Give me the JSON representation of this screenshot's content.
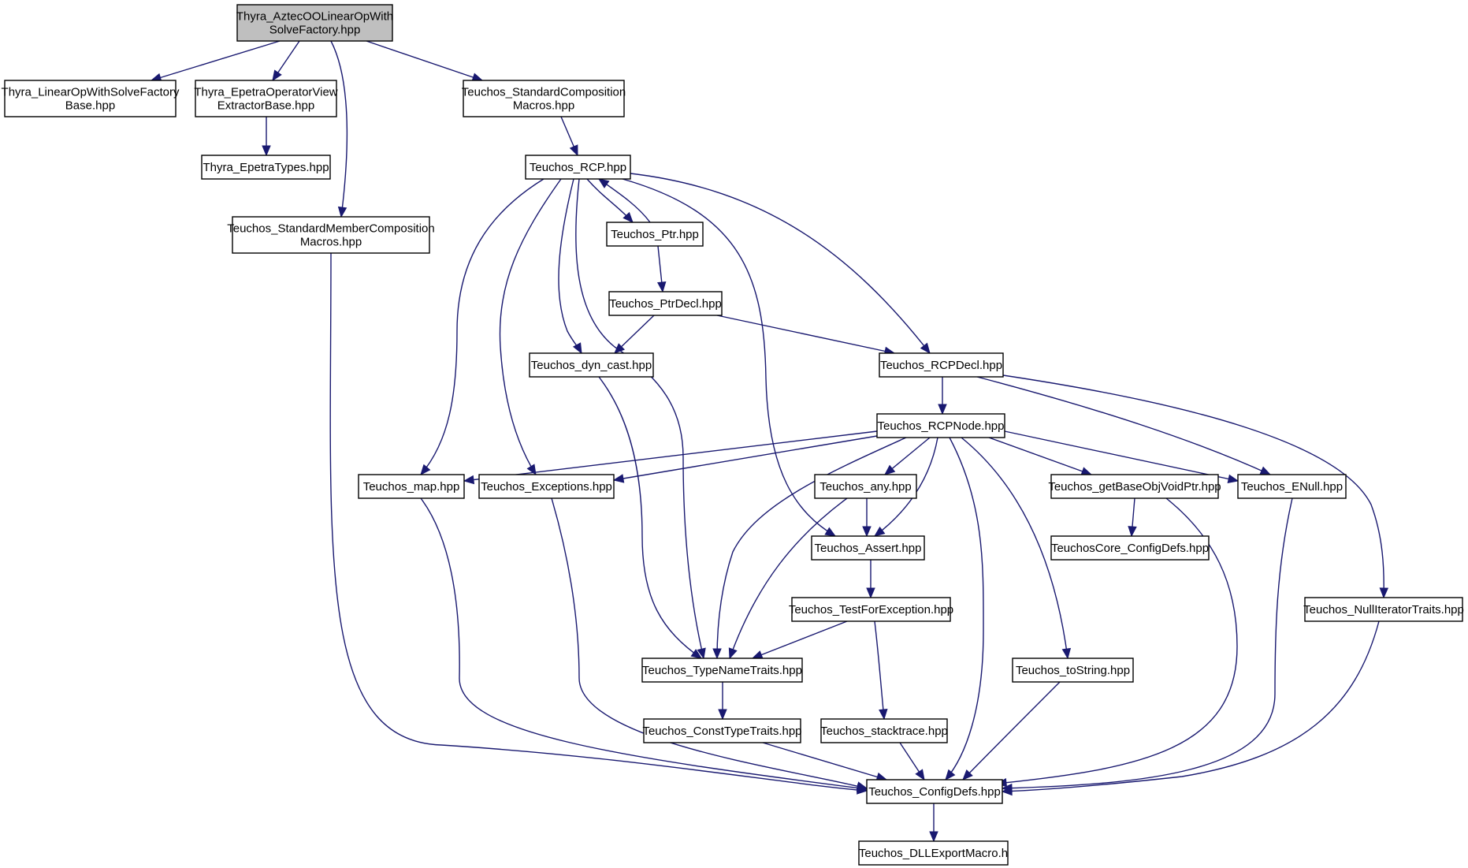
{
  "diagram": {
    "colors": {
      "edge": "#191970",
      "root_fill": "#bfbfbf",
      "node_fill": "#ffffff",
      "node_border": "#000000",
      "external_border": "#bfbfbf"
    },
    "nodes": [
      {
        "id": "root",
        "lines": [
          "Thyra_AztecOOLinearOpWith",
          "SolveFactory.hpp"
        ],
        "style": "root"
      },
      {
        "id": "lowsfb",
        "lines": [
          "Thyra_LinearOpWithSolveFactory",
          "Base.hpp"
        ],
        "style": "external"
      },
      {
        "id": "eovx",
        "lines": [
          "Thyra_EpetraOperatorView",
          "ExtractorBase.hpp"
        ],
        "style": "normal"
      },
      {
        "id": "stdcomp",
        "lines": [
          "Teuchos_StandardComposition",
          "Macros.hpp"
        ],
        "style": "normal"
      },
      {
        "id": "epetratypes",
        "lines": [
          "Thyra_EpetraTypes.hpp"
        ],
        "style": "normal"
      },
      {
        "id": "rcp",
        "lines": [
          "Teuchos_RCP.hpp"
        ],
        "style": "normal"
      },
      {
        "id": "stdmember",
        "lines": [
          "Teuchos_StandardMemberComposition",
          "Macros.hpp"
        ],
        "style": "normal"
      },
      {
        "id": "ptr",
        "lines": [
          "Teuchos_Ptr.hpp"
        ],
        "style": "normal"
      },
      {
        "id": "ptrdecl",
        "lines": [
          "Teuchos_PtrDecl.hpp"
        ],
        "style": "normal"
      },
      {
        "id": "dyncast",
        "lines": [
          "Teuchos_dyn_cast.hpp"
        ],
        "style": "normal"
      },
      {
        "id": "rcpdecl",
        "lines": [
          "Teuchos_RCPDecl.hpp"
        ],
        "style": "normal"
      },
      {
        "id": "rcpnode",
        "lines": [
          "Teuchos_RCPNode.hpp"
        ],
        "style": "normal"
      },
      {
        "id": "map",
        "lines": [
          "Teuchos_map.hpp"
        ],
        "style": "normal"
      },
      {
        "id": "exceptions",
        "lines": [
          "Teuchos_Exceptions.hpp"
        ],
        "style": "normal"
      },
      {
        "id": "any",
        "lines": [
          "Teuchos_any.hpp"
        ],
        "style": "normal"
      },
      {
        "id": "getbase",
        "lines": [
          "Teuchos_getBaseObjVoidPtr.hpp"
        ],
        "style": "normal"
      },
      {
        "id": "enull",
        "lines": [
          "Teuchos_ENull.hpp"
        ],
        "style": "normal"
      },
      {
        "id": "assert",
        "lines": [
          "Teuchos_Assert.hpp"
        ],
        "style": "normal"
      },
      {
        "id": "coreconfig",
        "lines": [
          "TeuchosCore_ConfigDefs.hpp"
        ],
        "style": "normal"
      },
      {
        "id": "testforexc",
        "lines": [
          "Teuchos_TestForException.hpp"
        ],
        "style": "normal"
      },
      {
        "id": "nulliter",
        "lines": [
          "Teuchos_NullIteratorTraits.hpp"
        ],
        "style": "normal"
      },
      {
        "id": "typename",
        "lines": [
          "Teuchos_TypeNameTraits.hpp"
        ],
        "style": "normal"
      },
      {
        "id": "tostring",
        "lines": [
          "Teuchos_toString.hpp"
        ],
        "style": "normal"
      },
      {
        "id": "consttype",
        "lines": [
          "Teuchos_ConstTypeTraits.hpp"
        ],
        "style": "normal"
      },
      {
        "id": "stacktrace",
        "lines": [
          "Teuchos_stacktrace.hpp"
        ],
        "style": "normal"
      },
      {
        "id": "configdefs",
        "lines": [
          "Teuchos_ConfigDefs.hpp"
        ],
        "style": "normal"
      },
      {
        "id": "dllexport",
        "lines": [
          "Teuchos_DLLExportMacro.h"
        ],
        "style": "normal"
      }
    ],
    "edges": [
      {
        "from": "root",
        "to": "lowsfb"
      },
      {
        "from": "root",
        "to": "eovx"
      },
      {
        "from": "root",
        "to": "stdmember"
      },
      {
        "from": "root",
        "to": "stdcomp"
      },
      {
        "from": "eovx",
        "to": "epetratypes"
      },
      {
        "from": "stdcomp",
        "to": "rcp"
      },
      {
        "from": "stdmember",
        "to": "configdefs"
      },
      {
        "from": "rcp",
        "to": "ptr"
      },
      {
        "from": "ptr",
        "to": "rcp"
      },
      {
        "from": "rcp",
        "to": "map"
      },
      {
        "from": "rcp",
        "to": "exceptions"
      },
      {
        "from": "rcp",
        "to": "dyncast"
      },
      {
        "from": "rcp",
        "to": "typename"
      },
      {
        "from": "rcp",
        "to": "assert"
      },
      {
        "from": "rcp",
        "to": "rcpdecl"
      },
      {
        "from": "ptr",
        "to": "ptrdecl"
      },
      {
        "from": "ptrdecl",
        "to": "dyncast"
      },
      {
        "from": "ptrdecl",
        "to": "rcpdecl"
      },
      {
        "from": "dyncast",
        "to": "typename"
      },
      {
        "from": "rcpdecl",
        "to": "rcpnode"
      },
      {
        "from": "rcpdecl",
        "to": "enull"
      },
      {
        "from": "rcpdecl",
        "to": "nulliter"
      },
      {
        "from": "rcpnode",
        "to": "map"
      },
      {
        "from": "rcpnode",
        "to": "exceptions"
      },
      {
        "from": "rcpnode",
        "to": "typename"
      },
      {
        "from": "rcpnode",
        "to": "any"
      },
      {
        "from": "rcpnode",
        "to": "assert"
      },
      {
        "from": "rcpnode",
        "to": "configdefs"
      },
      {
        "from": "rcpnode",
        "to": "tostring"
      },
      {
        "from": "rcpnode",
        "to": "getbase"
      },
      {
        "from": "rcpnode",
        "to": "enull"
      },
      {
        "from": "map",
        "to": "configdefs"
      },
      {
        "from": "exceptions",
        "to": "configdefs"
      },
      {
        "from": "any",
        "to": "assert"
      },
      {
        "from": "any",
        "to": "typename"
      },
      {
        "from": "getbase",
        "to": "coreconfig"
      },
      {
        "from": "getbase",
        "to": "configdefs"
      },
      {
        "from": "enull",
        "to": "configdefs"
      },
      {
        "from": "assert",
        "to": "testforexc"
      },
      {
        "from": "testforexc",
        "to": "typename"
      },
      {
        "from": "testforexc",
        "to": "stacktrace"
      },
      {
        "from": "nulliter",
        "to": "configdefs"
      },
      {
        "from": "typename",
        "to": "consttype"
      },
      {
        "from": "tostring",
        "to": "configdefs"
      },
      {
        "from": "consttype",
        "to": "configdefs"
      },
      {
        "from": "stacktrace",
        "to": "configdefs"
      },
      {
        "from": "configdefs",
        "to": "dllexport"
      }
    ]
  }
}
